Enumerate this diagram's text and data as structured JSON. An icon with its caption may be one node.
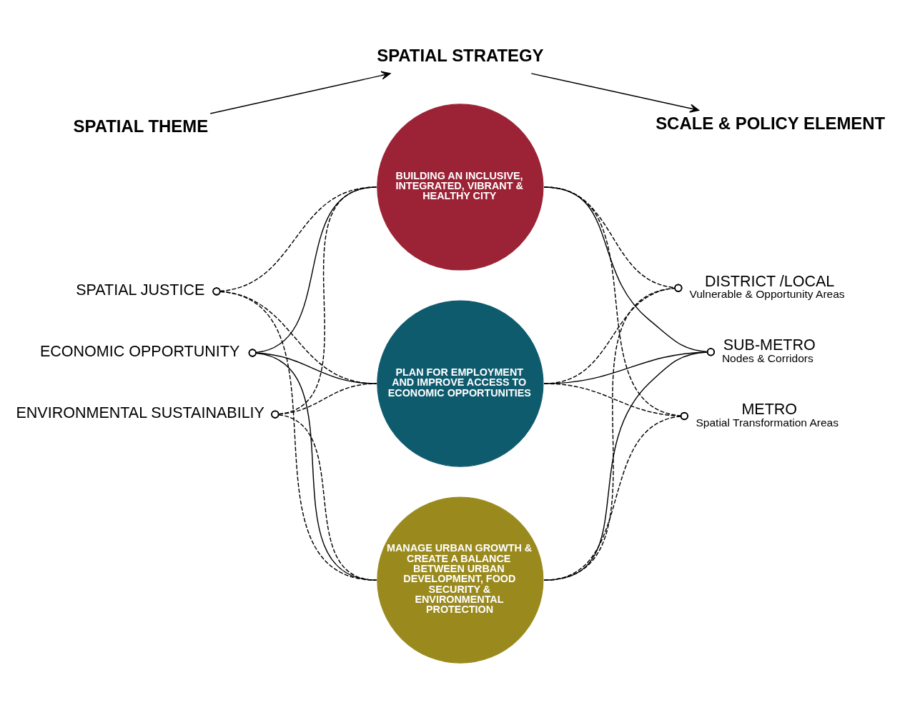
{
  "diagram": {
    "nodes": [
      {
        "text": [
          "SPATIAL THEME"
        ]
      },
      {
        "text": [
          "SPATIAL STRATEGY"
        ]
      },
      {
        "text": [
          "SCALE & POLICY ELEMENT"
        ]
      },
      {
        "text": [
          "SPATIAL JUSTICE"
        ]
      },
      {
        "text": [
          "ECONOMIC OPPORTUNITY"
        ]
      },
      {
        "text": [
          "ENVIRONMENTAL SUSTAINABILIY"
        ]
      },
      {
        "text": [
          "BUILDING AN INCLUSIVE, INTEGRATED, VIBRANT & HEALTHY CITY"
        ]
      },
      {
        "text": [
          "PLAN FOR EMPLOYMENT AND IMPROVE ACCESS TO ECONOMIC OPPORTUNITIES"
        ]
      },
      {
        "text": [
          "MANAGE URBAN GROWTH & CREATE A BALANCE BETWEEN URBAN DEVELOPMENT, FOOD SECURITY & ENVIRONMENTAL PROTECTION"
        ]
      },
      {
        "text": [
          "DISTRICT /LOCAL",
          "Vulnerable & Opportunity Areas"
        ]
      },
      {
        "text": [
          "SUB-METRO",
          "Nodes & Corridors"
        ]
      },
      {
        "text": [
          "METRO",
          "Spatial Transformation Areas"
        ]
      }
    ],
    "edges": [
      {
        "from": 0,
        "to": 1,
        "arrow": "to"
      },
      {
        "from": 1,
        "to": 2,
        "arrow": "to"
      },
      {
        "from": 3,
        "to": 6,
        "arrow": "other",
        "style": "dashed"
      },
      {
        "from": 3,
        "to": 7,
        "arrow": "other",
        "style": "dashed"
      },
      {
        "from": 3,
        "to": 8,
        "arrow": "other",
        "style": "dashed"
      },
      {
        "from": 4,
        "to": 6,
        "arrow": "other"
      },
      {
        "from": 4,
        "to": 7,
        "arrow": "other"
      },
      {
        "from": 4,
        "to": 8,
        "arrow": "other"
      },
      {
        "from": 5,
        "to": 6,
        "arrow": "other",
        "style": "dashed"
      },
      {
        "from": 5,
        "to": 7,
        "arrow": "other",
        "style": "dashed"
      },
      {
        "from": 5,
        "to": 8,
        "arrow": "other",
        "style": "dashed"
      },
      {
        "from": 9,
        "to": 6,
        "arrow": "other",
        "style": "dashed"
      },
      {
        "from": 9,
        "to": 7,
        "arrow": "other",
        "style": "dashed"
      },
      {
        "from": 9,
        "to": 8,
        "arrow": "other",
        "style": "dashed"
      },
      {
        "from": 10,
        "to": 6,
        "arrow": "other"
      },
      {
        "from": 10,
        "to": 7,
        "arrow": "other"
      },
      {
        "from": 10,
        "to": 8,
        "arrow": "other"
      },
      {
        "from": 11,
        "to": 6,
        "arrow": "other",
        "style": "dashed"
      },
      {
        "from": 11,
        "to": 7,
        "arrow": "other",
        "style": "dashed"
      },
      {
        "from": 11,
        "to": 8,
        "arrow": "other",
        "style": "dashed"
      }
    ]
  }
}
